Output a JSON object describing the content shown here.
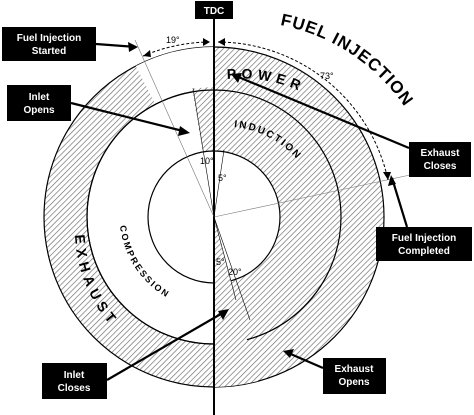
{
  "diagram": {
    "tdc_label": "TDC",
    "fuel_injection_title": "FUEL INJECTION",
    "phases": {
      "power": "POWER",
      "induction": "INDUCTION",
      "compression": "COMPRESSION",
      "exhaust": "EXHAUST"
    },
    "angles": {
      "injection_start": "19°",
      "injection_span": "73°",
      "inlet_open": "10°",
      "small_top": "5°",
      "small_bottom": "5°",
      "inlet_close": "20°"
    },
    "callouts": {
      "fuel_injection_started": [
        "Fuel Injection",
        "Started"
      ],
      "inlet_opens": [
        "Inlet",
        "Opens"
      ],
      "exhaust_closes": [
        "Exhaust",
        "Closes"
      ],
      "fuel_injection_completed": [
        "Fuel Injection",
        "Completed"
      ],
      "inlet_closes": [
        "Inlet",
        "Closes"
      ],
      "exhaust_opens": [
        "Exhaust",
        "Opens"
      ]
    }
  }
}
